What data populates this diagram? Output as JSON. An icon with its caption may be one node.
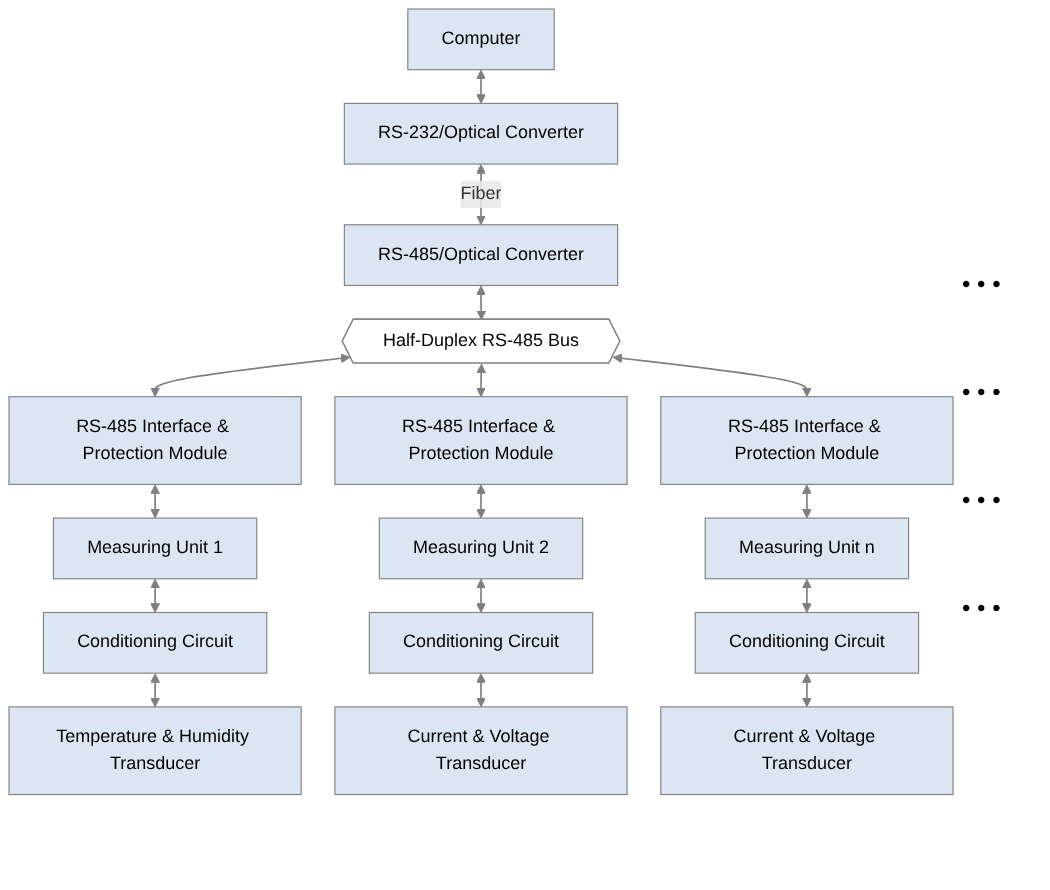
{
  "diagram": {
    "nodes": [
      {
        "text": [
          "Computer"
        ]
      },
      {
        "text": [
          "RS-232/Optical Converter"
        ]
      },
      {
        "text": [
          "RS-485/Optical Converter"
        ]
      },
      {
        "text": [
          "Half-Duplex RS-485 Bus"
        ]
      },
      {
        "text": [
          "RS-485 Interface & Protection Module"
        ]
      },
      {
        "text": [
          "RS-485 Interface & Protection Module"
        ]
      },
      {
        "text": [
          "RS-485 Interface & Protection Module"
        ]
      },
      {
        "text": [
          "Measuring Unit 1"
        ]
      },
      {
        "text": [
          "Measuring Unit 2"
        ]
      },
      {
        "text": [
          "Measuring Unit n"
        ]
      },
      {
        "text": [
          "Conditioning Circuit"
        ]
      },
      {
        "text": [
          "Conditioning Circuit"
        ]
      },
      {
        "text": [
          "Conditioning Circuit"
        ]
      },
      {
        "text": [
          "Temperature & Humidity Transducer"
        ]
      },
      {
        "text": [
          "Current & Voltage Transducer"
        ]
      },
      {
        "text": [
          "Current & Voltage Transducer"
        ]
      }
    ],
    "edges": [
      {
        "from": 0,
        "to": 1,
        "arrow": "both"
      },
      {
        "from": 1,
        "to": 2,
        "arrow": "both",
        "label": "Fiber"
      },
      {
        "from": 2,
        "to": 3,
        "arrow": "both"
      },
      {
        "from": 3,
        "to": 4,
        "arrow": "both"
      },
      {
        "from": 3,
        "to": 5,
        "arrow": "both"
      },
      {
        "from": 3,
        "to": 6,
        "arrow": "both"
      },
      {
        "from": 4,
        "to": 7,
        "arrow": "both"
      },
      {
        "from": 5,
        "to": 8,
        "arrow": "both"
      },
      {
        "from": 6,
        "to": 9,
        "arrow": "both"
      },
      {
        "from": 7,
        "to": 10,
        "arrow": "both"
      },
      {
        "from": 8,
        "to": 11,
        "arrow": "both"
      },
      {
        "from": 9,
        "to": 12,
        "arrow": "both"
      },
      {
        "from": 10,
        "to": 13,
        "arrow": "both"
      },
      {
        "from": 11,
        "to": 14,
        "arrow": "both"
      },
      {
        "from": 12,
        "to": 15,
        "arrow": "both"
      }
    ],
    "labels": [
      "• • •",
      "• • •",
      "• • •",
      "• • •"
    ]
  }
}
